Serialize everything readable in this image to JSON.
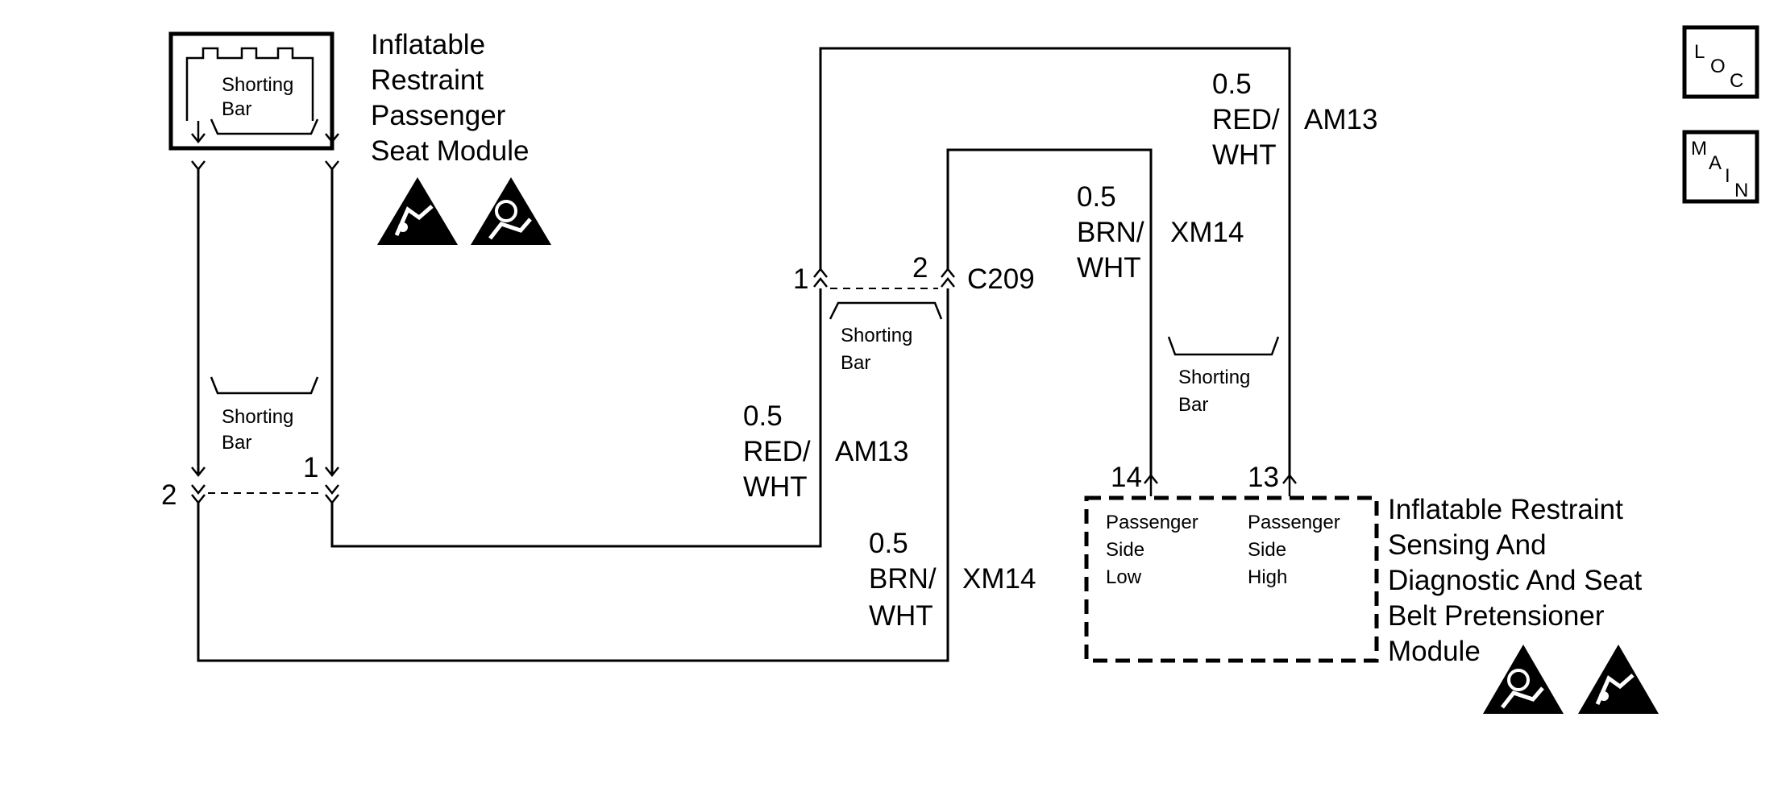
{
  "seat_module": {
    "name_lines": [
      "Inflatable",
      "Restraint",
      "Passenger",
      "Seat Module"
    ],
    "shorting_bar": [
      "Shorting",
      "Bar"
    ]
  },
  "seat_connector": {
    "pin_left": "2",
    "pin_right": "1",
    "shorting_bar": [
      "Shorting",
      "Bar"
    ]
  },
  "c209": {
    "name": "C209",
    "pin_left": "1",
    "pin_right": "2",
    "shorting_bar": [
      "Shorting",
      "Bar"
    ]
  },
  "wires": {
    "am13_lower": {
      "gauge": "0.5",
      "color_lines": [
        "RED/",
        "WHT"
      ],
      "circuit": "AM13"
    },
    "xm14_lower": {
      "gauge": "0.5",
      "color_lines": [
        "BRN/",
        "WHT"
      ],
      "circuit": "XM14"
    },
    "am13_upper": {
      "gauge": "0.5",
      "color_lines": [
        "RED/",
        "WHT"
      ],
      "circuit": "AM13"
    },
    "xm14_upper": {
      "gauge": "0.5",
      "color_lines": [
        "BRN/",
        "WHT"
      ],
      "circuit": "XM14"
    }
  },
  "sdm": {
    "name_lines": [
      "Inflatable Restraint",
      "Sensing And",
      "Diagnostic And Seat",
      "Belt Pretensioner",
      "Module"
    ],
    "pin_low": "14",
    "pin_high": "13",
    "low_label": [
      "Passenger",
      "Side",
      "Low"
    ],
    "high_label": [
      "Passenger",
      "Side",
      "High"
    ],
    "shorting_bar": [
      "Shorting",
      "Bar"
    ]
  },
  "nav_buttons": {
    "loc": [
      "L",
      "O",
      "C"
    ],
    "main": [
      "M",
      "A",
      "I",
      "N"
    ]
  },
  "icons": [
    "esd-warning-icon",
    "airbag-warning-icon"
  ]
}
